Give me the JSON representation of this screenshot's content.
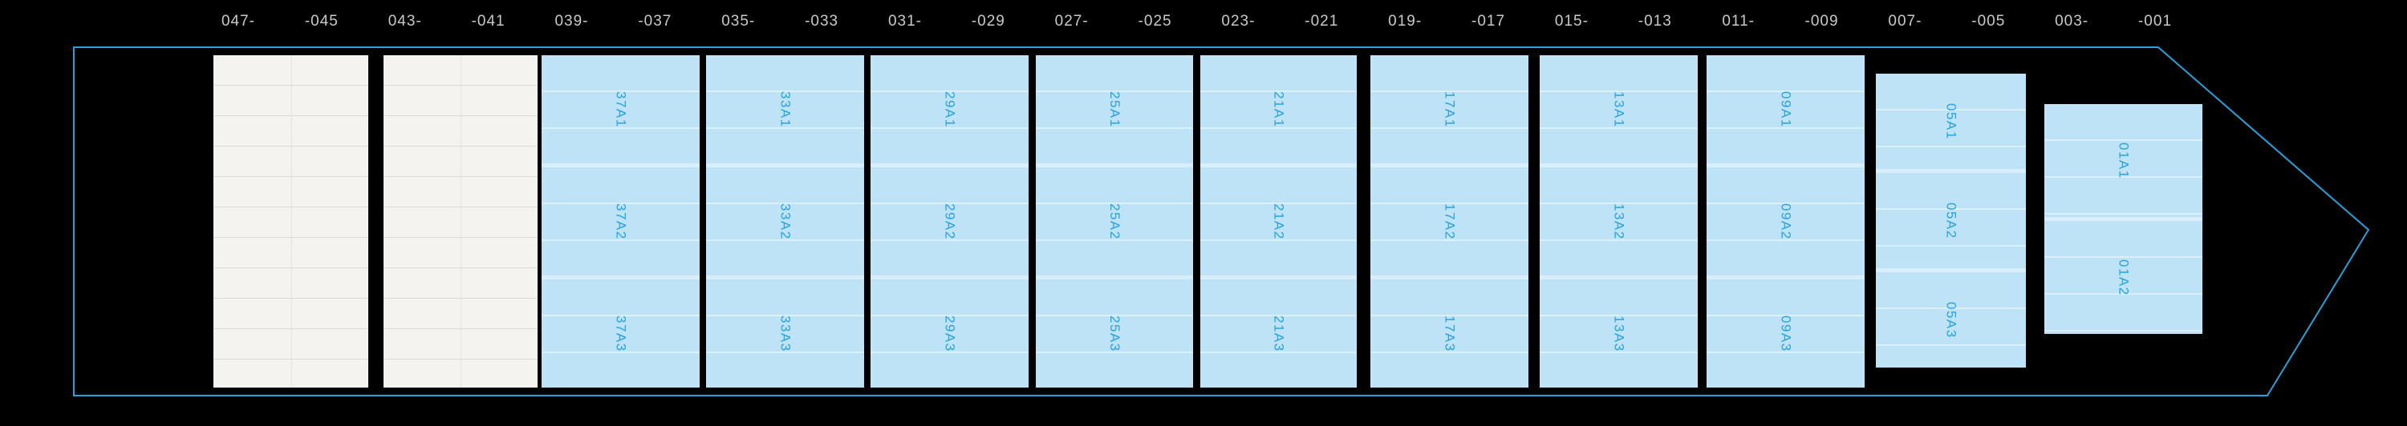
{
  "ruler_labels": [
    "047-",
    "-045",
    "043-",
    "-041",
    "039-",
    "-037",
    "035-",
    "-033",
    "031-",
    "-029",
    "027-",
    "-025",
    "023-",
    "-021",
    "019-",
    "-017",
    "015-",
    "-013",
    "011-",
    "-009",
    "007-",
    "-005",
    "003-",
    "-001"
  ],
  "bays": [
    {
      "type": "empty",
      "id": "hold-aft-1",
      "cells": []
    },
    {
      "type": "empty",
      "id": "hold-aft-2",
      "cells": []
    },
    {
      "type": "cargo",
      "id": "37",
      "cells": [
        "37A1",
        "37A2",
        "37A3"
      ]
    },
    {
      "type": "cargo",
      "id": "33",
      "cells": [
        "33A1",
        "33A2",
        "33A3"
      ]
    },
    {
      "type": "cargo",
      "id": "29",
      "cells": [
        "29A1",
        "29A2",
        "29A3"
      ]
    },
    {
      "type": "cargo",
      "id": "25",
      "cells": [
        "25A1",
        "25A2",
        "25A3"
      ]
    },
    {
      "type": "cargo",
      "id": "21",
      "cells": [
        "21A1",
        "21A2",
        "21A3"
      ]
    },
    {
      "type": "cargo",
      "id": "17",
      "cells": [
        "17A1",
        "17A2",
        "17A3"
      ]
    },
    {
      "type": "cargo",
      "id": "13",
      "cells": [
        "13A1",
        "13A2",
        "13A3"
      ]
    },
    {
      "type": "cargo",
      "id": "09",
      "cells": [
        "09A1",
        "09A2",
        "09A3"
      ]
    },
    {
      "type": "cargo",
      "id": "05",
      "cells": [
        "05A1",
        "05A2",
        "05A3"
      ]
    },
    {
      "type": "cargo",
      "id": "01",
      "cells": [
        "01A1",
        "01A2"
      ]
    }
  ],
  "colors": {
    "background": "#000000",
    "hull_outline": "#2d9fd8",
    "bay_fill": "#bee3f7",
    "bay_separator": "#d8eefb",
    "bay_label_text": "#29a2df",
    "ruler_text": "#c9c9c9",
    "empty_hold_fill": "#f4f3ef",
    "empty_hold_grid": "#dcdbd5"
  }
}
